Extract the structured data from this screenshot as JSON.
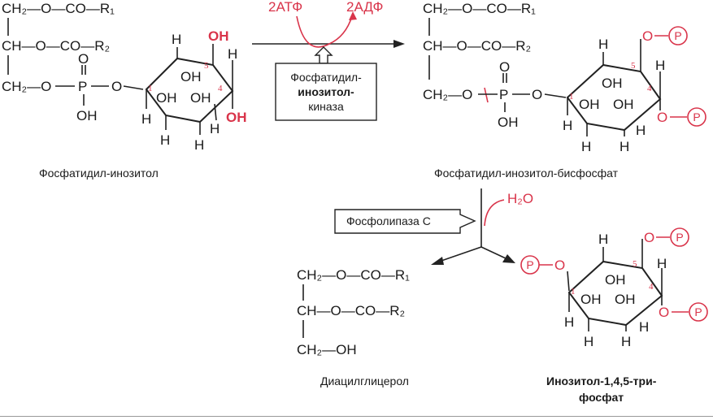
{
  "reaction_top": {
    "cofactor_in": "2АТФ",
    "cofactor_out": "2АДФ",
    "enzyme_lines": [
      "Фосфатидил-",
      "инозитол-",
      "киназа"
    ]
  },
  "reaction_bottom": {
    "enzyme": "Фосфолипаза С",
    "water": "H₂O"
  },
  "captions": {
    "pi": "Фосфатидил-инозитол",
    "pip2": "Фосфатидил-инозитол-бисфосфат",
    "dag": "Диацилглицерол",
    "ip3_line1": "Инозитол-1,4,5-три-",
    "ip3_line2": "фосфат"
  },
  "chem": {
    "ch2_o_co_r1": "CH₂—O—CO—R₁",
    "ch_o_co_r2": "CH—O—CO—R₂",
    "ch2_o": "CH₂—O",
    "ch2_oh": "CH₂—OH",
    "P": "P",
    "O": "O",
    "OH": "OH",
    "H": "H",
    "phosphate_symbol": "P",
    "carbon_1": "1",
    "carbon_4": "4",
    "carbon_5": "5"
  },
  "colors": {
    "accent_red": "#d9344a",
    "ink": "#1a1a1a"
  }
}
